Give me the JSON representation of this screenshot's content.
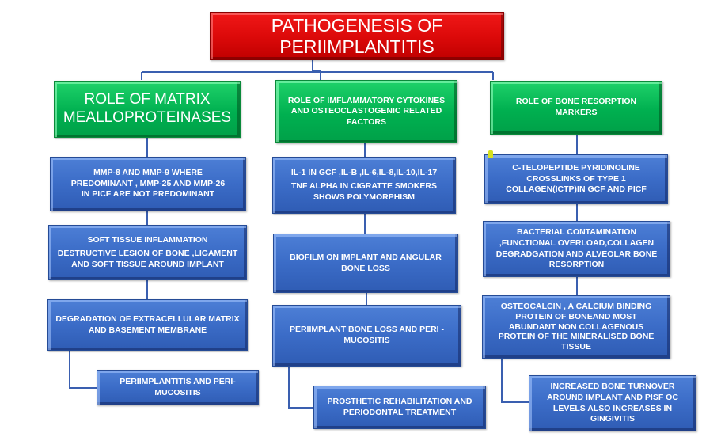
{
  "title": {
    "line1": "PATHOGENESIS OF",
    "line2": "PERIIMPLANTITIS",
    "color": "#e00000"
  },
  "colors": {
    "header_green": "#00b050",
    "node_blue": "#3b6cc7",
    "connector": "#3a5fb0"
  },
  "columns": [
    {
      "header": {
        "lines": [
          "ROLE OF MATRIX",
          "MEALLOPROTEINASES"
        ]
      },
      "nodes": [
        {
          "lines": [
            "MMP-8 AND MMP-9 WHERE",
            "PREDOMINANT , MMP-25 AND  MMP-26",
            "IN PICF ARE NOT PREDOMINANT"
          ]
        },
        {
          "lines": [
            "SOFT TISSUE INFLAMMATION",
            "DESTRUCTIVE LESION OF BONE ,LIGAMENT",
            "AND SOFT TISSUE AROUND IMPLANT"
          ]
        },
        {
          "lines": [
            "DEGRADATION OF EXTRACELLULAR MATRIX",
            "AND BASEMENT MEMBRANE"
          ]
        },
        {
          "lines": [
            "PERIIMPLANTITIS AND PERI-",
            "MUCOSITIS"
          ]
        }
      ]
    },
    {
      "header": {
        "lines": [
          "ROLE OF IMFLAMMATORY CYTOKINES",
          "AND OSTEOCLASTOGENIC RELATED",
          "FACTORS"
        ]
      },
      "nodes": [
        {
          "lines": [
            "IL-1 IN GCF ,IL-B  ,IL-6,IL-8,IL-10,IL-17",
            "TNF ALPHA IN CIGRATTE SMOKERS",
            "SHOWS POLYMORPHISM"
          ]
        },
        {
          "lines": [
            "BIOFILM ON IMPLANT AND ANGULAR",
            "BONE LOSS"
          ]
        },
        {
          "lines": [
            "PERIIMPLANT BONE LOSS AND PERI -",
            "MUCOSITIS"
          ]
        },
        {
          "lines": [
            "PROSTHETIC REHABILITATION AND",
            "PERIODONTAL TREATMENT"
          ]
        }
      ]
    },
    {
      "header": {
        "lines": [
          "ROLE OF BONE RESORPTION",
          "MARKERS"
        ]
      },
      "nodes": [
        {
          "lines": [
            "C-TELOPEPTIDE PYRIDINOLINE",
            "CROSSLINKS OF TYPE  1",
            "COLLAGEN(ICTP)IN GCF AND PICF"
          ]
        },
        {
          "lines": [
            "BACTERIAL CONTAMINATION",
            ",FUNCTIONAL OVERLOAD,COLLAGEN",
            "DEGRADGATION AND ALVEOLAR BONE",
            "RESORPTION"
          ]
        },
        {
          "lines": [
            "OSTEOCALCIN , A CALCIUM BINDING",
            "PROTEIN OF BONEAND MOST",
            "ABUNDANT NON COLLAGENOUS",
            "PROTEIN OF THE MINERALISED BONE",
            "TISSUE"
          ]
        },
        {
          "lines": [
            "INCREASED BONE TURNOVER",
            "AROUND IMPLANT AND PISF OC",
            "LEVELS ALSO INCREASES IN",
            "GINGIVITIS"
          ]
        }
      ]
    }
  ]
}
